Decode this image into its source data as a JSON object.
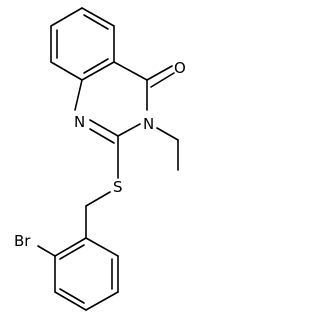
{
  "molecule": {
    "atoms": {
      "oxygen": "O",
      "nitrogen_1": "N",
      "nitrogen_3": "N",
      "sulfur": "S",
      "bromine": "Br"
    }
  }
}
